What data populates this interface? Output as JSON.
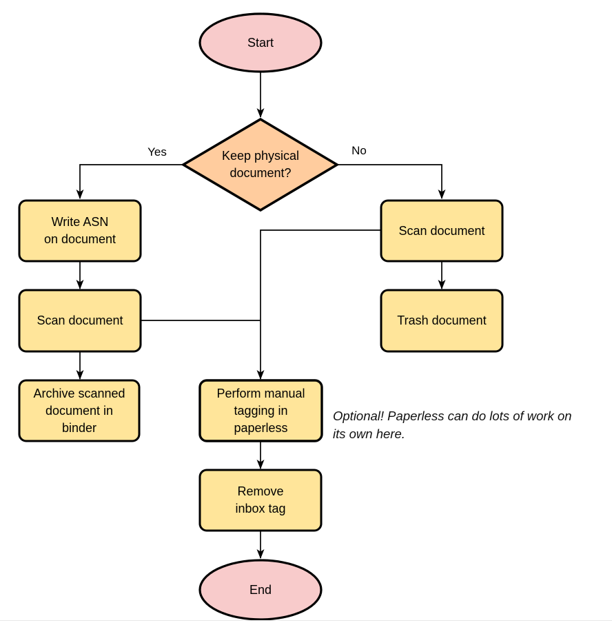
{
  "diagram": {
    "nodes": {
      "start": {
        "label": "Start",
        "type": "terminal"
      },
      "decision": {
        "label": "Keep physical\ndocument?",
        "type": "decision"
      },
      "write_asn": {
        "label": "Write ASN\non document",
        "type": "process"
      },
      "scan_left": {
        "label": "Scan document",
        "type": "process"
      },
      "archive": {
        "label": "Archive scanned\ndocument in\nbinder",
        "type": "process"
      },
      "scan_right": {
        "label": "Scan document",
        "type": "process"
      },
      "trash": {
        "label": "Trash document",
        "type": "process"
      },
      "tagging": {
        "label": "Perform manual\ntagging in\npaperless",
        "type": "process"
      },
      "remove_inbox": {
        "label": "Remove\ninbox tag",
        "type": "process"
      },
      "end": {
        "label": "End",
        "type": "terminal"
      }
    },
    "edge_labels": {
      "yes": "Yes",
      "no": "No"
    },
    "annotation": "Optional! Paperless can do lots of work on\nits own here.",
    "colors": {
      "terminal_fill": "#f8cbcb",
      "decision_fill": "#ffcc9e",
      "process_fill": "#ffe59a",
      "stroke": "#000000",
      "background": "#ffffff"
    }
  }
}
